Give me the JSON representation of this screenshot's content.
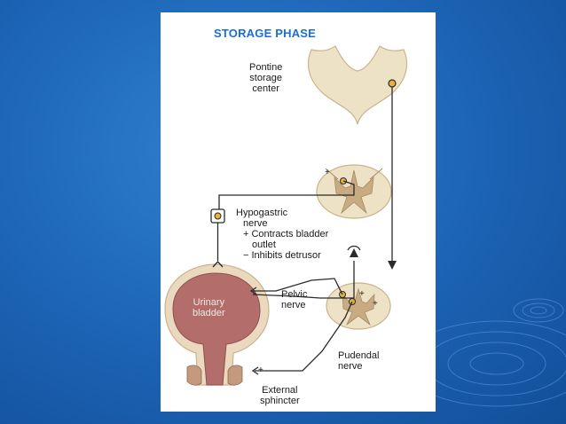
{
  "slide": {
    "background_color": "#1c63b4",
    "panel_color": "#ffffff"
  },
  "diagram": {
    "title": "STORAGE PHASE",
    "title_color": "#1a6fd1",
    "labels": {
      "pontine": [
        "Pontine",
        "storage",
        "center"
      ],
      "hypogastric": [
        "Hypogastric",
        "nerve",
        "+ Contracts bladder",
        "outlet",
        "− Inhibits detrusor"
      ],
      "bladder": [
        "Urinary",
        "bladder"
      ],
      "pelvic": [
        "Pelvic",
        "nerve"
      ],
      "pudendal": [
        "Pudendal",
        "nerve"
      ],
      "sphincter": [
        "External",
        "sphincter"
      ]
    },
    "signs": {
      "plus": "+"
    },
    "colors": {
      "tissue": "#ede2c6",
      "tissue_stroke": "#c9b48c",
      "gray_matter": "#c8ab82",
      "bladder": "#b36d6a",
      "bladder_wall": "#ead9bf",
      "neuron": "#e6b33c",
      "nerve": "#2a2a2a"
    }
  }
}
